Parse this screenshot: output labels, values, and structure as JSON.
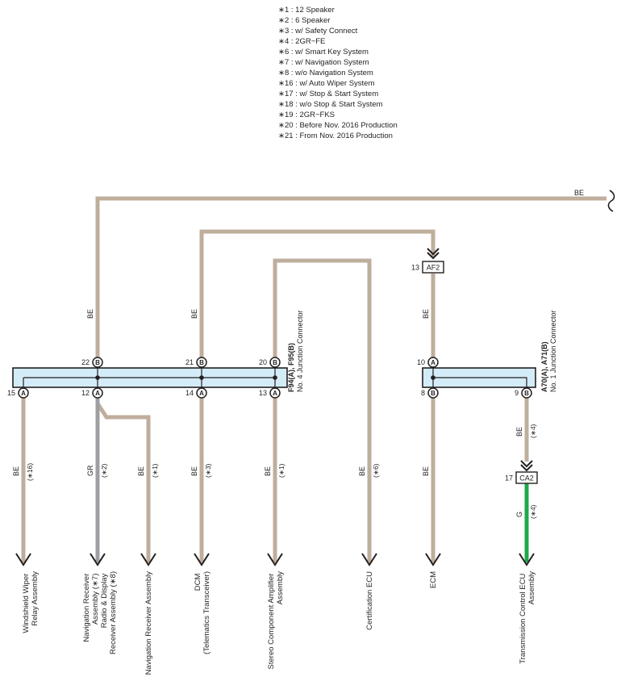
{
  "legend": [
    "∗1 : 12 Speaker",
    "∗2 : 6 Speaker",
    "∗3 : w/ Safety Connect",
    "∗4 : 2GR−FE",
    "∗6 : w/ Smart Key System",
    "∗7 : w/ Navigation System",
    "∗8 : w/o Navigation System",
    "∗16 : w/ Auto Wiper System",
    "∗17 : w/ Stop & Start System",
    "∗18 : w/o Stop & Start System",
    "∗19 : 2GR−FKS",
    "∗20 : Before Nov. 2016 Production",
    "∗21 : From Nov. 2016 Production"
  ],
  "colors": {
    "be_wire": "#bfae9c",
    "gr_wire": "#9d9fa2",
    "g_wire": "#1ea84a",
    "connector_fill": "#d4ecf7",
    "ink": "#231f20"
  },
  "wire_labels": {
    "top_be": "BE",
    "w22": "BE",
    "w21": "BE",
    "w10": "BE",
    "w15": "BE",
    "w15_note": "(∗16)",
    "w12": "GR",
    "w12_note": "(∗2)",
    "w12b": "BE",
    "w12b_note": "(∗1)",
    "w14": "BE",
    "w14_note": "(∗3)",
    "w13": "BE",
    "w13_note": "(∗1)",
    "wcert": "BE",
    "wcert_note": "(∗6)",
    "w8": "BE",
    "w9": "BE",
    "w9_note": "(∗4)",
    "wca2": "G",
    "wca2_note": "(∗4)"
  },
  "connectors": {
    "j4_name1": "F94(A), F95(B)",
    "j4_name2": "No. 4 Junction Connector",
    "j1_name1": "A70(A), A71(B)",
    "j1_name2": "No. 1 Junction Connector",
    "af2": "AF2",
    "af2_pin": "13",
    "ca2": "CA2",
    "ca2_pin": "17"
  },
  "pins": {
    "p22": "22",
    "p21": "21",
    "p20": "20",
    "p10": "10",
    "p15": "15",
    "p12": "12",
    "p14": "14",
    "p13": "13",
    "p8": "8",
    "p9": "9",
    "A": "A",
    "B": "B"
  },
  "destinations": {
    "d1_l1": "Windshield Wiper",
    "d1_l2": "Relay Assembly",
    "d2_l1": "Navigation Receiver",
    "d2_l2": "Assembly (∗7)",
    "d2_l3": "Radio & Display",
    "d2_l4": "Receiver Assembly (∗8)",
    "d3_l1": "Navigation Receiver Assembly",
    "d4_l1": "DCM",
    "d4_l2": "(Telematics Transceiver)",
    "d5_l1": "Stereo Component Amplifier",
    "d5_l2": "Assembly",
    "d6_l1": "Certification ECU",
    "d7_l1": "ECM",
    "d8_l1": "Transmission Control ECU",
    "d8_l2": "Assembly"
  }
}
